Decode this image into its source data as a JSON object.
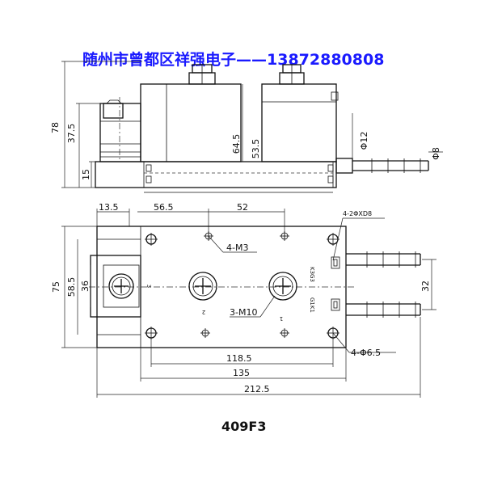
{
  "header": {
    "text": "随州市曾都区祥强电子——13872880808"
  },
  "model": "409F3",
  "side_view": {
    "dims": {
      "total_height": "78",
      "cap_height": "37.5",
      "base_height": "15",
      "body_height": "64.5",
      "side_height": "53.5",
      "tube_dia": "Φ12",
      "hose_dia": "Φ8"
    }
  },
  "plan_view": {
    "dims": {
      "d13_5": "13.5",
      "d56_5": "56.5",
      "d52": "52",
      "holes_2xd": "4-2ΦXD8",
      "m3": "4-M3",
      "width_75": "75",
      "d58_5": "58.5",
      "d36": "36",
      "d32": "32",
      "m10": "3-M10",
      "holes_6_5": "4-Φ6.5",
      "len_118_5": "118.5",
      "len_135": "135",
      "len_212_5": "212.5"
    },
    "terminals": {
      "t3": "3",
      "t2": "2",
      "t1": "1"
    },
    "labels": {
      "side_label_top": "K3G3",
      "side_label_bottom": "G1K1"
    }
  }
}
